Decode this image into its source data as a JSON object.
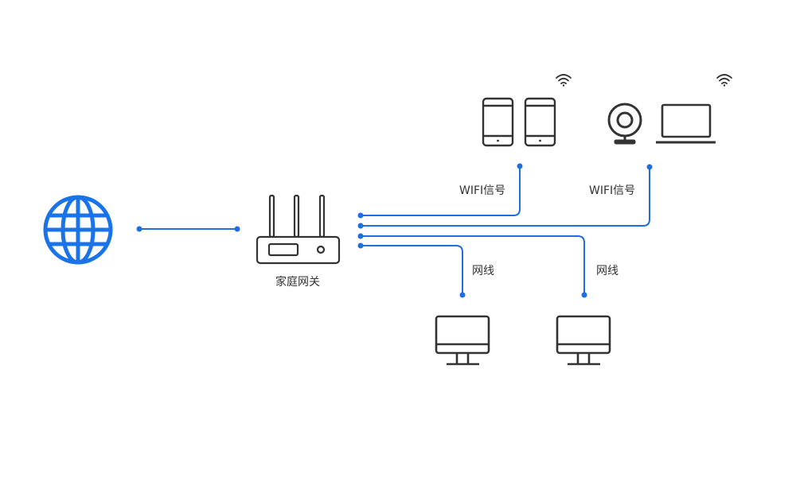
{
  "labels": {
    "gateway": "家庭网关",
    "wifi_left": "WIFI信号",
    "wifi_right": "WIFI信号",
    "cable_left": "网线",
    "cable_right": "网线"
  },
  "nodes": {
    "internet": {
      "icon": "globe-icon"
    },
    "gateway": {
      "icon": "router-icon"
    },
    "phones": {
      "icon": "smartphone-icon",
      "count": 2
    },
    "webcam": {
      "icon": "webcam-icon"
    },
    "laptop": {
      "icon": "laptop-icon"
    },
    "desktops": {
      "icon": "desktop-monitor-icon",
      "count": 2
    }
  },
  "colors": {
    "line": "#1f6fe0",
    "globe": "#1a74e8",
    "icon": "#333333",
    "text": "#333333"
  }
}
